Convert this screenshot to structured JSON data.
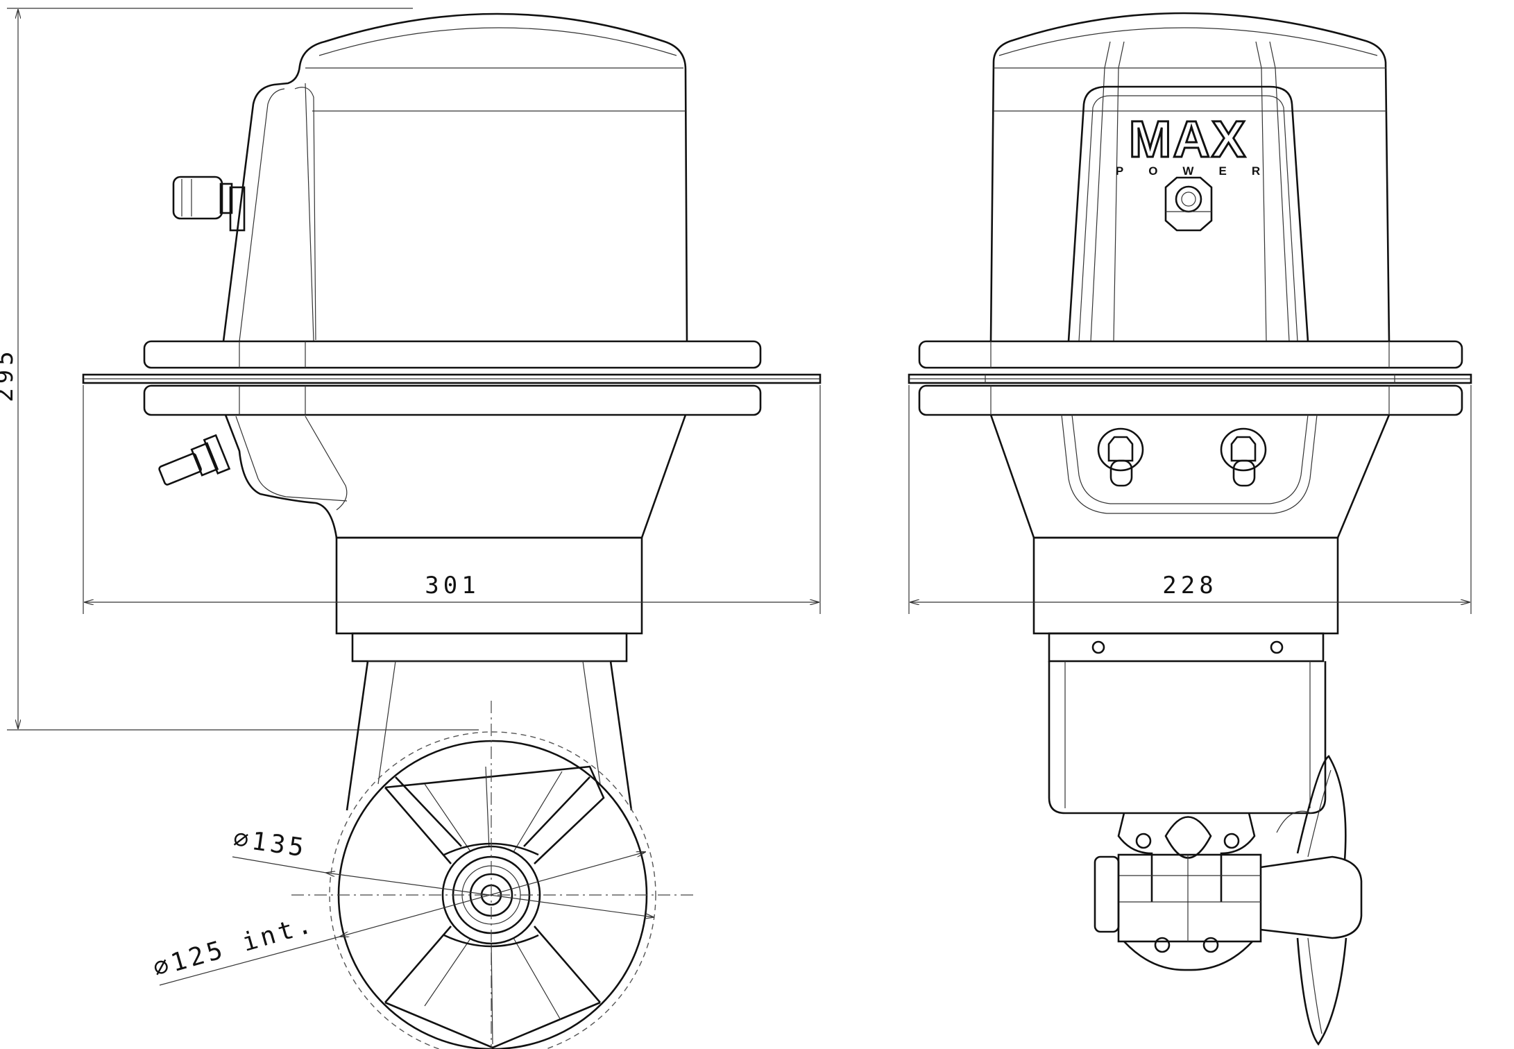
{
  "dimensions": {
    "overall_height": "295",
    "side_width": "301",
    "front_width": "228",
    "tunnel_outer_diameter": "∅135",
    "tunnel_inner_diameter": "∅125 int."
  },
  "logo": {
    "brand": "MAX",
    "subtitle": "POWER"
  }
}
